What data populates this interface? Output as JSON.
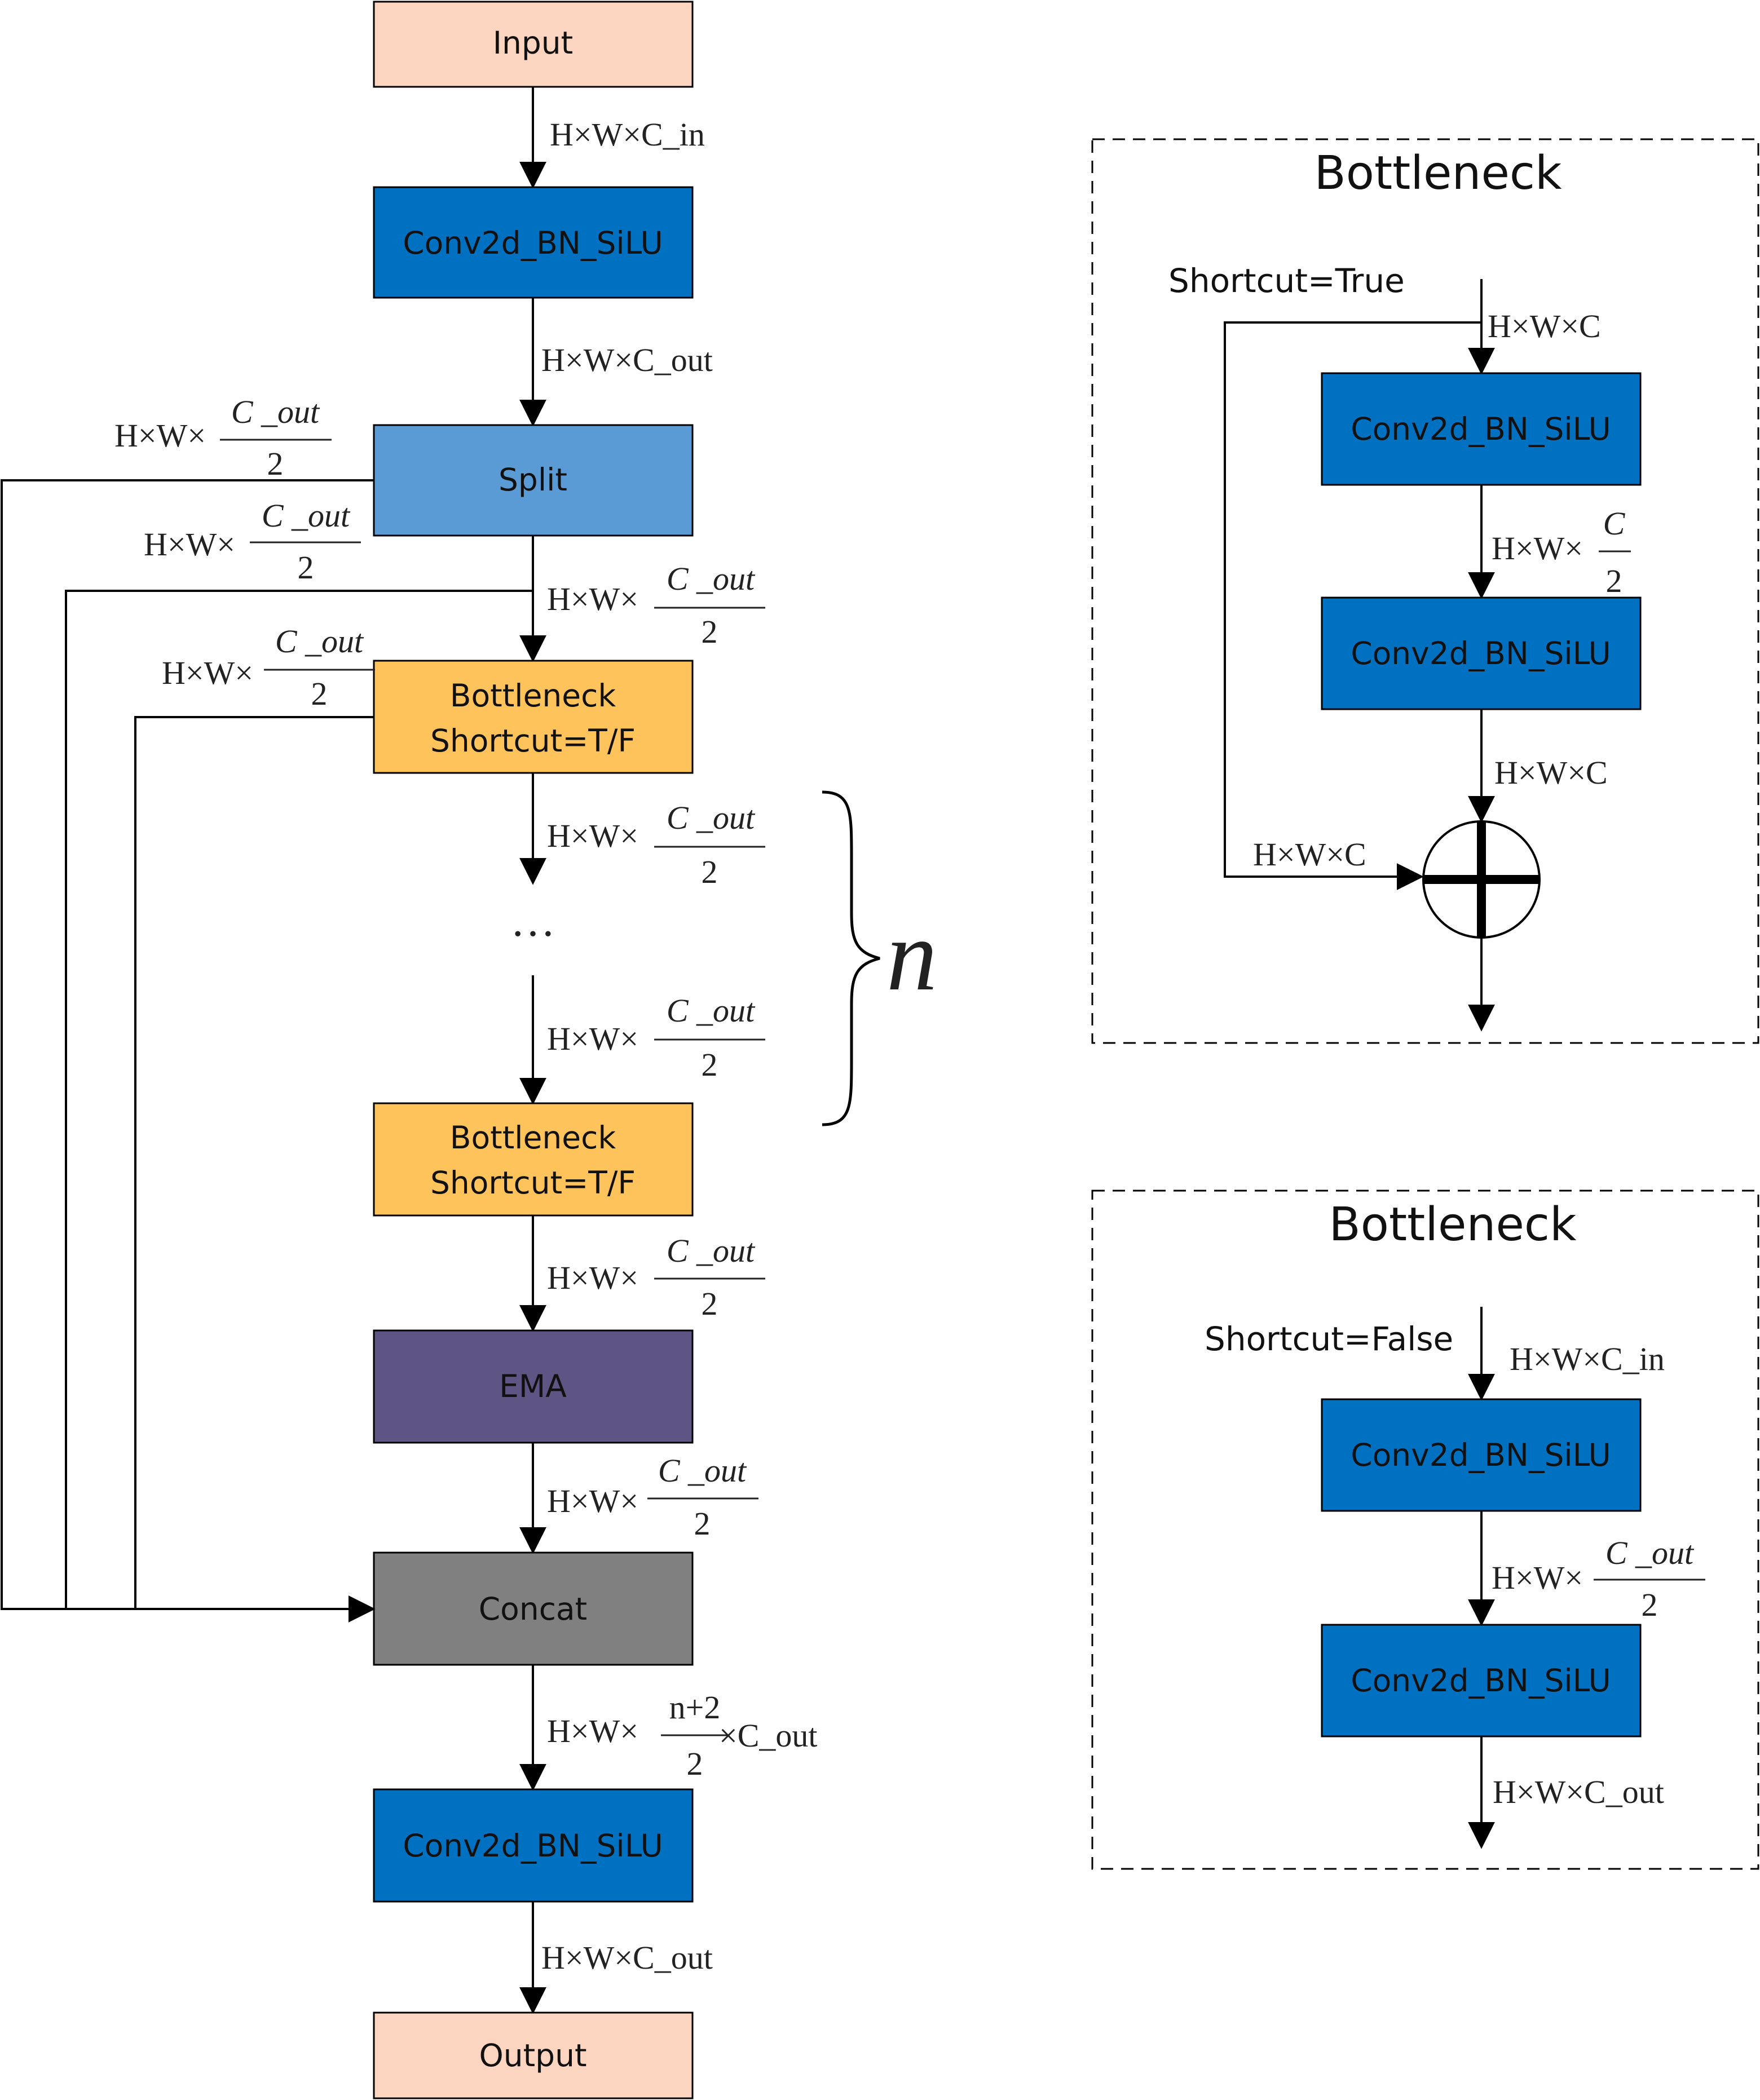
{
  "colors": {
    "io": "#FCD5C0",
    "conv": "#0070C0",
    "split": "#5B9BD5",
    "bottleneck": "#FFC35C",
    "ema": "#5F5584",
    "concat": "#808080"
  },
  "main": {
    "input": "Input",
    "conv_top": "Conv2d_BN_SiLU",
    "split": "Split",
    "bottleneck1": [
      "Bottleneck",
      "Shortcut=T/F"
    ],
    "ellipsis": "…",
    "bottleneck2": [
      "Bottleneck",
      "Shortcut=T/F"
    ],
    "ema": "EMA",
    "concat": "Concat",
    "conv_bottom": "Conv2d_BN_SiLU",
    "output": "Output",
    "brace_label": "n"
  },
  "labels": {
    "hw_c_in": "H×W×C_in",
    "hw_c_out": "H×W×C_out",
    "hw_prefix": "H×W×",
    "c_out": "C _out",
    "two": "2",
    "n_plus_2": "n+2",
    "times_c_out": "×C_out",
    "hw_c": "H×W×C",
    "c": "C"
  },
  "bottleneck_true": {
    "title": "Bottleneck",
    "shortcut": "Shortcut=True",
    "conv1": "Conv2d_BN_SiLU",
    "conv2": "Conv2d_BN_SiLU"
  },
  "bottleneck_false": {
    "title": "Bottleneck",
    "shortcut": "Shortcut=False",
    "conv1": "Conv2d_BN_SiLU",
    "conv2": "Conv2d_BN_SiLU"
  }
}
